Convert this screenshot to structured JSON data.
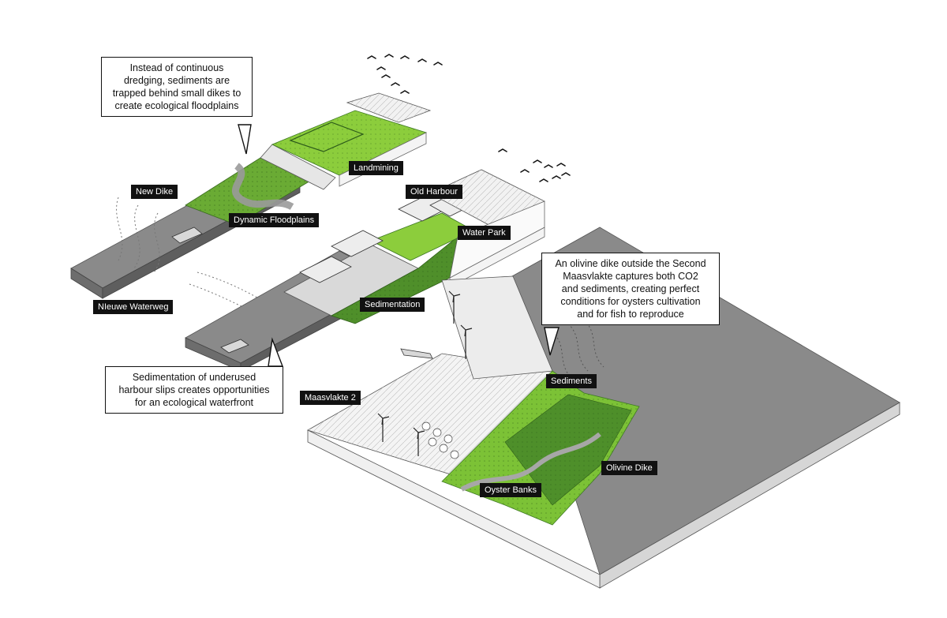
{
  "labels": {
    "new_dike": "New Dike",
    "landmining": "Landmining",
    "dynamic_floodplains": "Dynamic Floodplains",
    "old_harbour": "Old Harbour",
    "water_park": "Water Park",
    "nieuwe_waterweg": "NIeuwe Waterweg",
    "sedimentation": "Sedimentation",
    "sediments": "Sediments",
    "maasvlakte_2": "Maasvlakte 2",
    "olivine_dike": "Olivine Dike",
    "oyster_banks": "Oyster Banks"
  },
  "callouts": {
    "dredging": [
      "Instead of continuous",
      "dredging, sediments are",
      "trapped behind small dikes to",
      "create ecological floodplains"
    ],
    "olivine": [
      "An olivine dike outside the Second",
      "Maasvlakte captures both CO2",
      "and sediments, creating perfect",
      "conditions for oysters cultivation",
      "and for fish to reproduce"
    ],
    "harbour": [
      "Sedimentation of underused",
      "harbour slips creates opportunities",
      "for an ecological waterfront"
    ]
  },
  "colors": {
    "green_light": "#8ccd3c",
    "green_mid": "#5fa52c",
    "green_dark": "#3f7a25",
    "water_gray": "#7f7f7f",
    "water_dark": "#5a5a5a",
    "sea_gray": "#8a8a8a",
    "label_bg": "#111111"
  }
}
